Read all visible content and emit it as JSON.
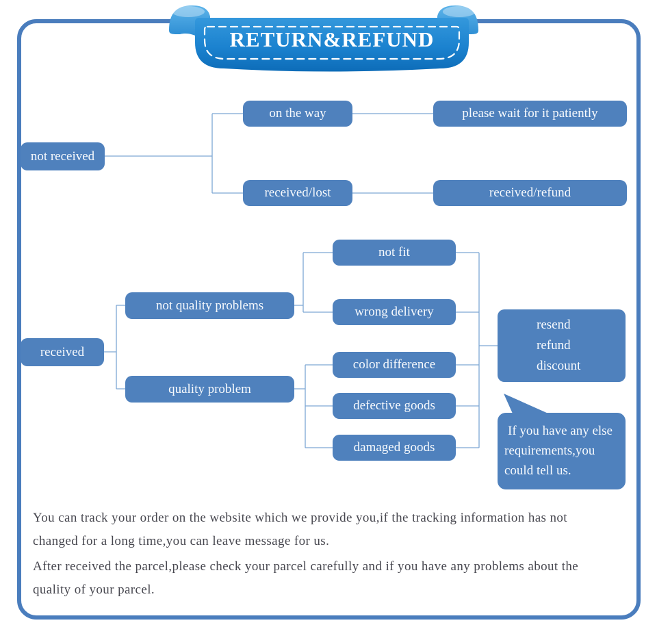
{
  "banner": {
    "title": "RETURN&REFUND"
  },
  "flowchart": {
    "not_received": "not received",
    "on_the_way": "on the way",
    "please_wait": "please wait for it patiently",
    "received_lost": "received/lost",
    "received_refund": "received/refund",
    "received": "received",
    "not_quality_problems": "not quality problems",
    "quality_problem": "quality problem",
    "not_fit": "not fit",
    "wrong_delivery": "wrong delivery",
    "color_difference": "color difference",
    "defective_goods": "defective goods",
    "damaged_goods": "damaged goods",
    "resolution": {
      "line1": "resend",
      "line2": "refund",
      "line3": "discount"
    },
    "note": {
      "line1": "If you have any else",
      "line2": "requirements,you",
      "line3": "could tell us."
    }
  },
  "footer": {
    "line1": "You can track your order on the website which we provide you,if the tracking information has not",
    "line2": "changed for a long time,you can leave message for us.",
    "line3": "After received the parcel,please check your parcel carefully and if you have any problems about the",
    "line4": "quality of your parcel."
  },
  "colors": {
    "node_fill": "#4f81bd",
    "connector_line": "#7da7d4",
    "frame_border": "#4a7dbd",
    "ribbon_light": "#45a4e3",
    "ribbon_dark": "#0d6cb8",
    "footer_text": "#47474f"
  }
}
